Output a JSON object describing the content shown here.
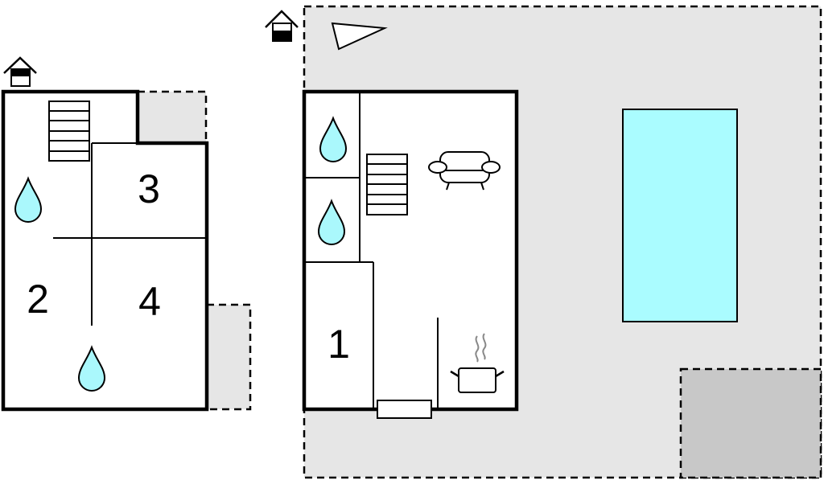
{
  "floor_plan": {
    "upper_floor": {
      "rooms": [
        {
          "label": "3"
        },
        {
          "label": "2"
        },
        {
          "label": "4"
        }
      ],
      "icons": [
        "house-icon",
        "stairs-icon",
        "water-drop-icon",
        "water-drop-icon"
      ]
    },
    "ground_floor": {
      "rooms": [
        {
          "label": "1"
        }
      ],
      "icons": [
        "house-icon",
        "north-arrow-icon",
        "stairs-icon",
        "sofa-icon",
        "water-drop-icon",
        "water-drop-icon",
        "cooking-pot-icon",
        "pool-icon"
      ]
    },
    "colors": {
      "wall": "#000000",
      "terrace_fill": "#e6e6e6",
      "parking_fill": "#c8c8c8",
      "water": "#aaf8fc",
      "pool": "#aafcff"
    }
  }
}
